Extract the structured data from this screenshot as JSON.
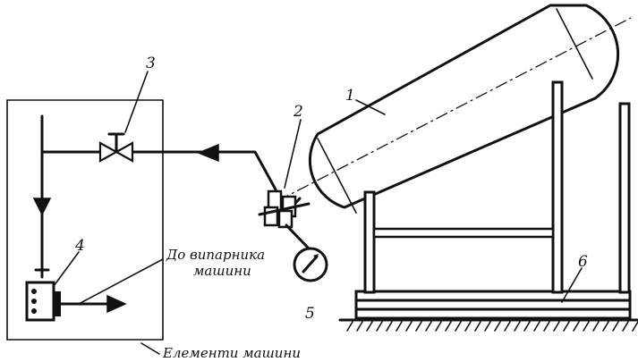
{
  "labels": {
    "cylinder": "1",
    "valve_fitting": "2",
    "shutoff_valve": "3",
    "receiver_unit": "4",
    "pressure_gauge": "5",
    "support_frame": "6"
  },
  "text": {
    "evaporator_line1": "До випарника",
    "evaporator_line2": "машини",
    "machine_elements": "Елементи машини"
  }
}
